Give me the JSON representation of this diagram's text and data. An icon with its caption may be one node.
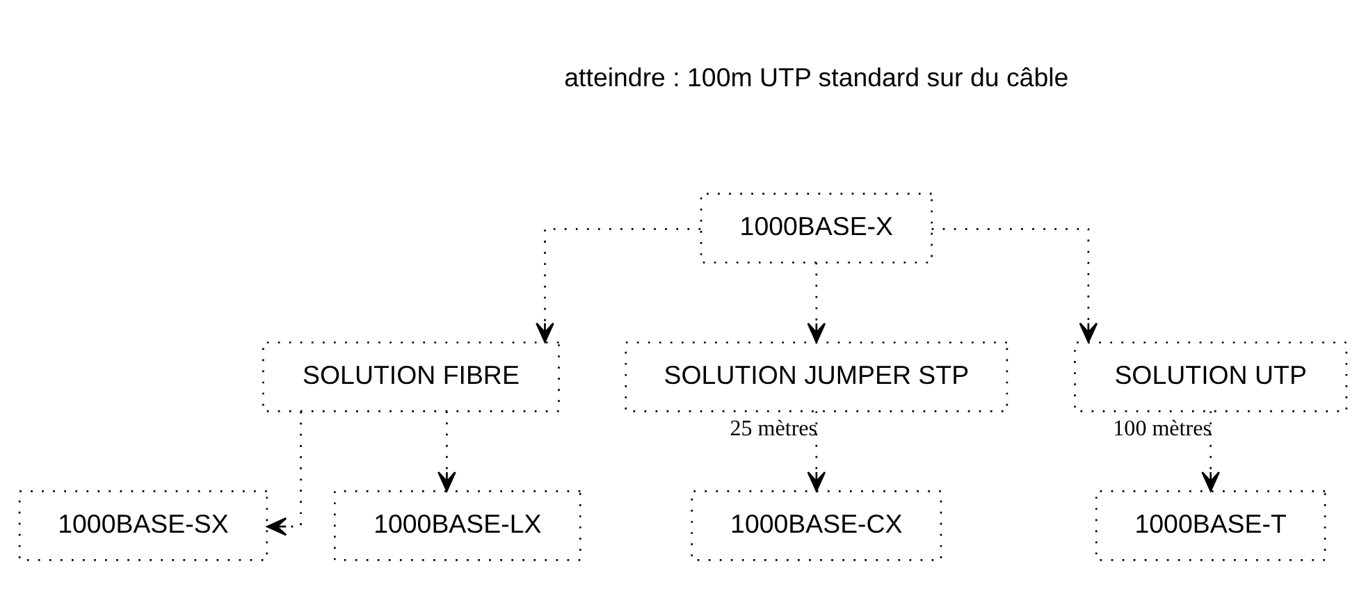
{
  "diagram": {
    "nodes": [
      {
        "text": [
          "1000BASE-X"
        ]
      },
      {
        "text": [
          "SOLUTION FIBRE"
        ]
      },
      {
        "text": [
          "SOLUTION JUMPER STP"
        ]
      },
      {
        "text": [
          "SOLUTION UTP"
        ]
      },
      {
        "text": [
          "1000BASE-SX"
        ]
      },
      {
        "text": [
          "1000BASE-LX"
        ]
      },
      {
        "text": [
          "1000BASE-CX"
        ]
      },
      {
        "text": [
          "1000BASE-T"
        ]
      }
    ],
    "edges": [
      {
        "from": 0,
        "to": 1,
        "arrow": "to"
      },
      {
        "from": 0,
        "to": 2,
        "arrow": "to"
      },
      {
        "from": 0,
        "to": 3,
        "arrow": "to"
      },
      {
        "from": 1,
        "to": 4,
        "arrow": "to"
      },
      {
        "from": 1,
        "to": 5,
        "arrow": "to"
      },
      {
        "from": 2,
        "to": 6,
        "arrow": "to",
        "label": "25 mètres"
      },
      {
        "from": 3,
        "to": 7,
        "arrow": "to",
        "label": "100 mètres"
      }
    ],
    "labels": [
      "atteindre : 100m UTP standard sur du câble"
    ]
  }
}
